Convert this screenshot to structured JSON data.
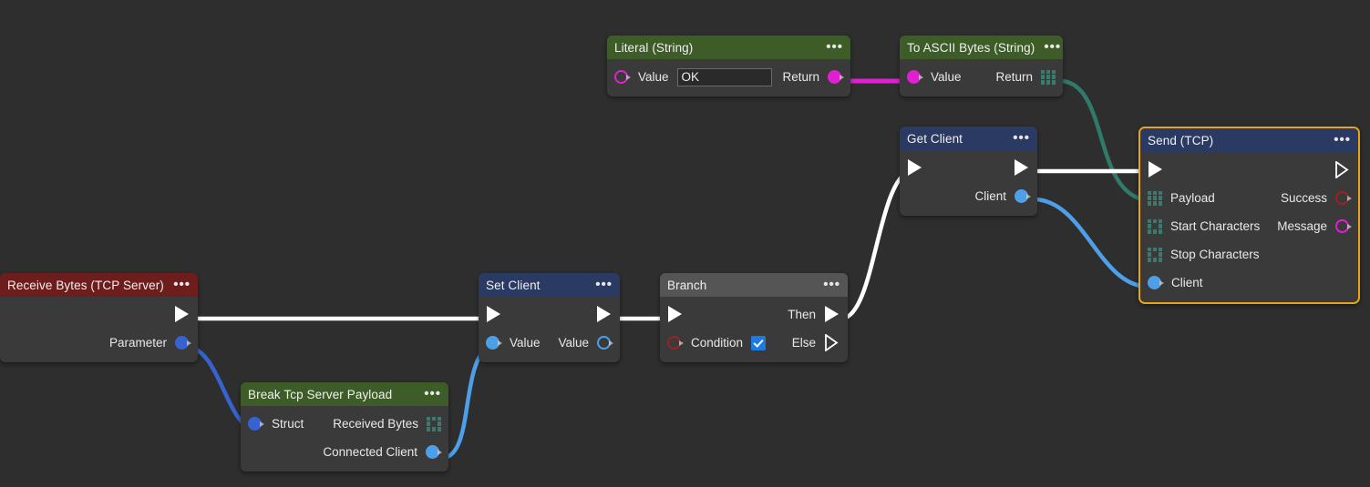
{
  "app": {
    "background_color": "#2e2e2e",
    "selection_color": "#e8a317"
  },
  "colors": {
    "header_green": "#3d5c28",
    "header_blue": "#2b3a63",
    "header_gray": "#555555",
    "header_red": "#6e1d1d",
    "body": "#3a3a3a",
    "wire_exec": "#ffffff",
    "wire_magenta": "#e020d0",
    "wire_teal": "#2f7a6a",
    "wire_blue_light": "#4da0e8",
    "wire_blue_royal": "#3763d0",
    "port_blue": "#4da0e8",
    "port_magenta": "#e020d0",
    "port_red": "#a02020",
    "port_array": "#3c7a70",
    "checkbox_blue": "#1e7ae0"
  },
  "nodes": [
    {
      "id": "literal-string",
      "title": "Literal (String)",
      "header_kind": "green",
      "menu": "•••",
      "inputs": [
        {
          "label": "Value",
          "port": "circle-hollow-magenta",
          "value": "OK"
        }
      ],
      "outputs": [
        {
          "label": "Return",
          "port": "circle-filled-magenta"
        }
      ]
    },
    {
      "id": "to-ascii-bytes-string",
      "title": "To ASCII Bytes (String)",
      "header_kind": "green",
      "menu": "•••",
      "inputs": [
        {
          "label": "Value",
          "port": "circle-filled-magenta"
        }
      ],
      "outputs": [
        {
          "label": "Return",
          "port": "array-filled"
        }
      ]
    },
    {
      "id": "get-client",
      "title": "Get Client",
      "header_kind": "blue",
      "menu": "•••",
      "exec_in": "filled",
      "exec_out": "filled",
      "outputs": [
        {
          "label": "Client",
          "port": "circle-filled-blue"
        }
      ]
    },
    {
      "id": "send-tcp",
      "title": "Send (TCP)",
      "header_kind": "blue",
      "selected": true,
      "menu": "•••",
      "exec_in": "filled",
      "exec_out": "outline",
      "rows": [
        {
          "in_label": "Payload",
          "in_port": "array-filled",
          "out_label": "Success",
          "out_port": "circle-hollow-red"
        },
        {
          "in_label": "Start Characters",
          "in_port": "array-hollow",
          "out_label": "Message",
          "out_port": "circle-hollow-magenta"
        },
        {
          "in_label": "Stop Characters",
          "in_port": "array-hollow",
          "out_label": "",
          "out_port": ""
        },
        {
          "in_label": "Client",
          "in_port": "circle-filled-blue",
          "out_label": "",
          "out_port": ""
        }
      ]
    },
    {
      "id": "receive-bytes-tcp-server",
      "title": "Receive Bytes (TCP Server)",
      "header_kind": "red",
      "menu": "•••",
      "exec_out": "filled",
      "outputs": [
        {
          "label": "Parameter",
          "port": "circle-filled-royal"
        }
      ]
    },
    {
      "id": "break-tcp-server-payload",
      "title": "Break Tcp Server Payload",
      "header_kind": "green",
      "menu": "•••",
      "rows": [
        {
          "in_label": "Struct",
          "in_port": "circle-filled-royal",
          "out_label": "Received Bytes",
          "out_port": "array-hollow"
        },
        {
          "in_label": "",
          "in_port": "",
          "out_label": "Connected Client",
          "out_port": "circle-filled-blue"
        }
      ]
    },
    {
      "id": "set-client",
      "title": "Set Client",
      "header_kind": "blue",
      "menu": "•••",
      "exec_in": "filled",
      "exec_out": "filled",
      "rows": [
        {
          "in_label": "Value",
          "in_port": "circle-filled-blue",
          "out_label": "Value",
          "out_port": "circle-hollow-blue"
        }
      ]
    },
    {
      "id": "branch",
      "title": "Branch",
      "header_kind": "gray",
      "menu": "•••",
      "exec_in": "filled",
      "rows": [
        {
          "in_label": "",
          "in_port": "",
          "out_label": "Then",
          "out_exec": "filled"
        },
        {
          "in_label": "Condition",
          "in_port": "circle-hollow-red",
          "checkbox": true,
          "checkbox_checked": true,
          "out_label": "Else",
          "out_exec": "outline"
        }
      ]
    }
  ],
  "connections": [
    {
      "from": "literal-string.Return",
      "to": "to-ascii-bytes-string.Value",
      "color": "magenta"
    },
    {
      "from": "to-ascii-bytes-string.Return",
      "to": "send-tcp.Payload",
      "color": "teal"
    },
    {
      "from": "get-client.exec_out",
      "to": "send-tcp.exec_in",
      "color": "exec"
    },
    {
      "from": "get-client.Client",
      "to": "send-tcp.Client",
      "color": "blue-light"
    },
    {
      "from": "branch.Then",
      "to": "get-client.exec_in",
      "color": "exec"
    },
    {
      "from": "receive-bytes-tcp-server.exec_out",
      "to": "set-client.exec_in",
      "color": "exec"
    },
    {
      "from": "receive-bytes-tcp-server.Parameter",
      "to": "break-tcp-server-payload.Struct",
      "color": "blue-royal"
    },
    {
      "from": "break-tcp-server-payload.Connected Client",
      "to": "set-client.Value",
      "color": "blue-light"
    },
    {
      "from": "set-client.exec_out",
      "to": "branch.exec_in",
      "color": "exec"
    }
  ]
}
